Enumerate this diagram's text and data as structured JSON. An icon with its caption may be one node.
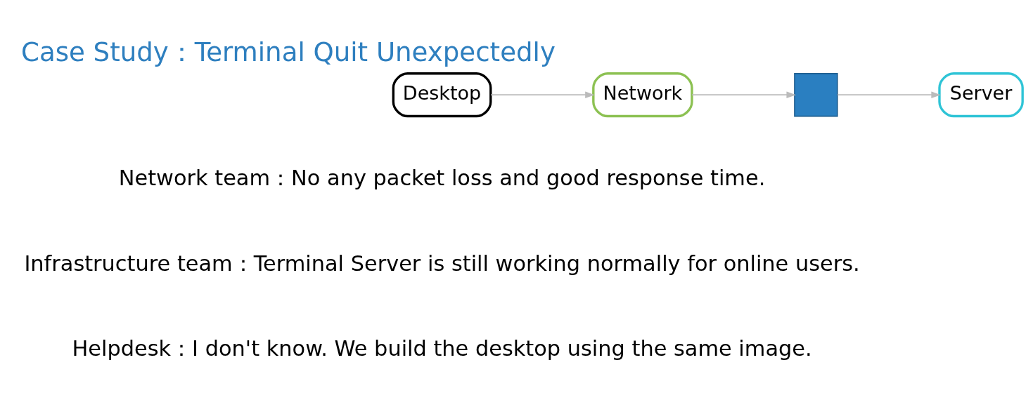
{
  "diagram": {
    "title": "Case Study：Terminal Quit Unexpectedly",
    "nodes": [
      {
        "text": [
          "Desktop"
        ]
      },
      {
        "text": [
          "Network"
        ]
      },
      {
        "text": [],
        "shape": "chip"
      },
      {
        "text": [
          "Server"
        ]
      }
    ],
    "edges": [
      {
        "from": 0,
        "to": 1,
        "arrow": "to"
      },
      {
        "from": 1,
        "to": 2,
        "arrow": "to"
      },
      {
        "from": 2,
        "to": 3,
        "arrow": "to"
      }
    ],
    "labels": [
      "Network team：No any packet loss and good response time.",
      "Infrastructure team：Terminal Server is still working normally for online users.",
      "Helpdesk：I don't know. We build the desktop using the same image."
    ]
  }
}
